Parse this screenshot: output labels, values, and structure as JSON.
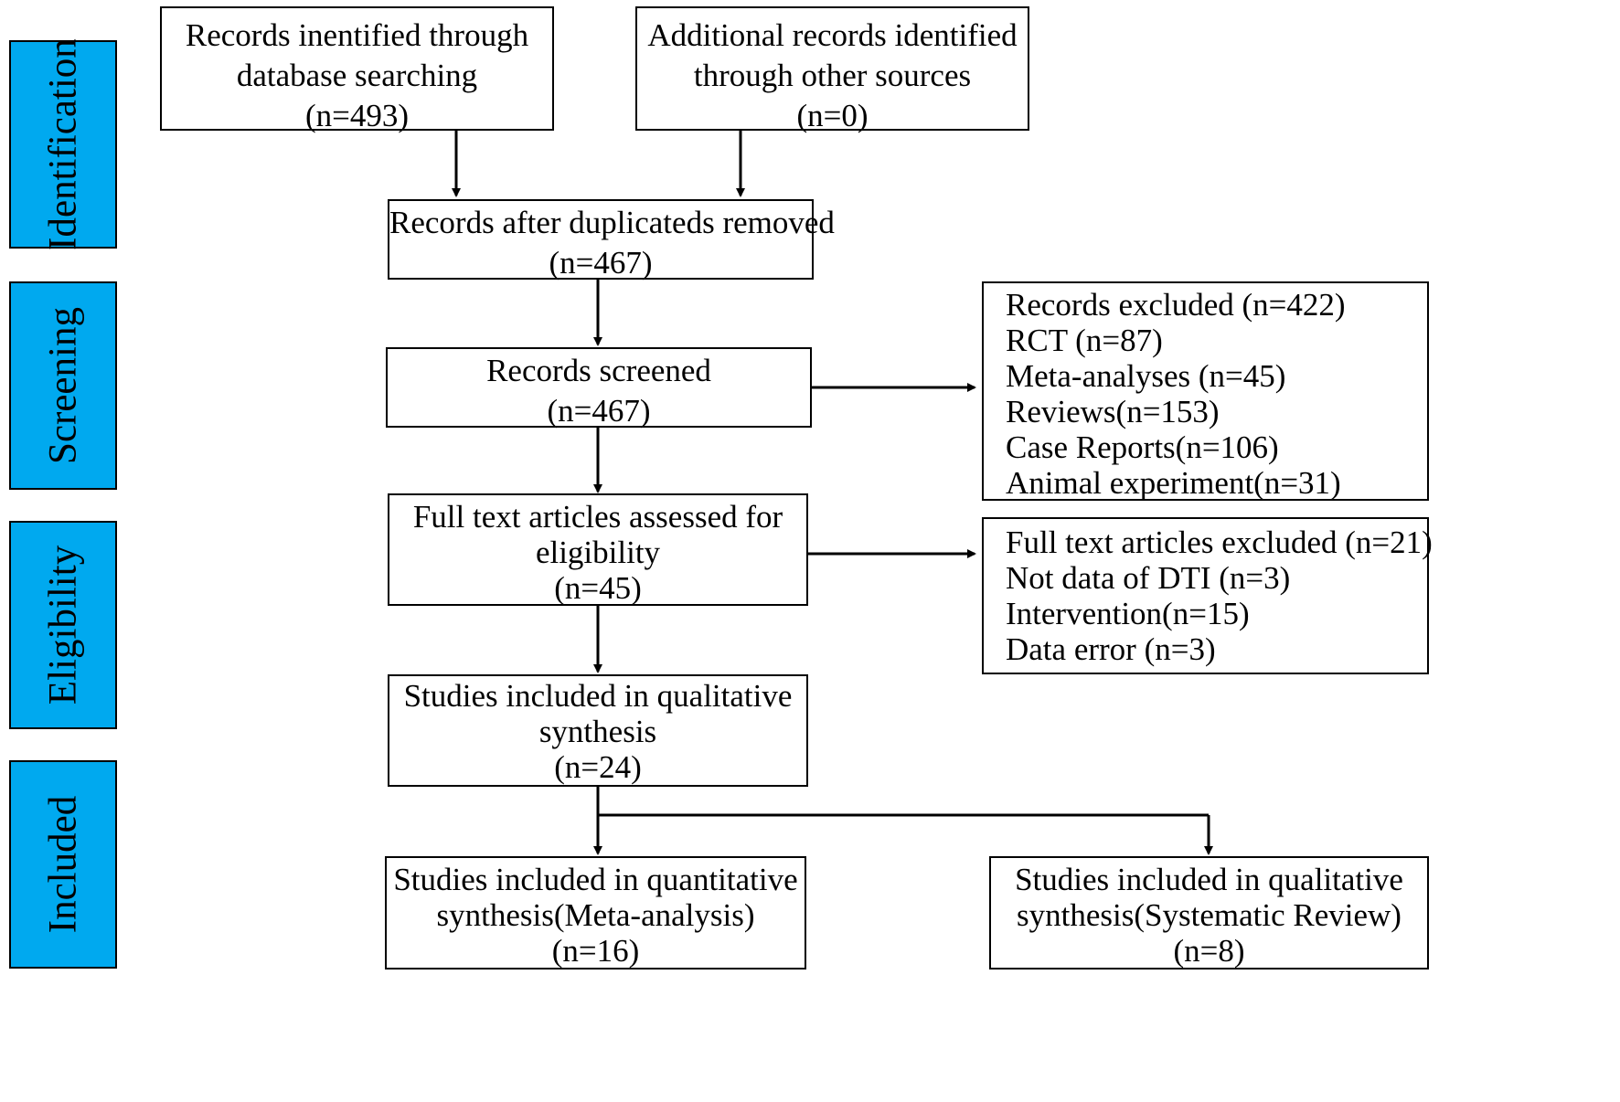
{
  "stages": [
    {
      "label": "Identification"
    },
    {
      "label": "Screening"
    },
    {
      "label": "Eligibility"
    },
    {
      "label": "Included"
    }
  ],
  "boxes": {
    "database_search": {
      "lines": [
        "Records inentified through",
        "database searching",
        "(n=493)"
      ]
    },
    "other_sources": {
      "lines": [
        "Additional records identified",
        "through other sources",
        "(n=0)"
      ]
    },
    "duplicates_removed": {
      "lines": [
        "Records after duplicateds removed",
        "(n=467)"
      ]
    },
    "screened": {
      "lines": [
        "Records screened",
        "(n=467)"
      ]
    },
    "excluded": {
      "lines": [
        "Records excluded (n=422)",
        "RCT (n=87)",
        "Meta-analyses (n=45)",
        "Reviews(n=153)",
        "Case Reports(n=106)",
        "Animal experiment(n=31)"
      ]
    },
    "full_text_assessed": {
      "lines": [
        "Full text articles assessed for",
        "eligibility",
        "(n=45)"
      ]
    },
    "full_text_excluded": {
      "lines": [
        "Full text articles excluded (n=21)",
        "Not data of DTI (n=3)",
        "Intervention(n=15)",
        "Data error (n=3)"
      ]
    },
    "qualitative_included": {
      "lines": [
        "Studies included in qualitative",
        "synthesis",
        "(n=24)"
      ]
    },
    "quantitative_meta": {
      "lines": [
        "Studies included in quantitative",
        "synthesis(Meta-analysis)",
        "(n=16)"
      ]
    },
    "qualitative_review": {
      "lines": [
        "Studies included in qualitative",
        "synthesis(Systematic Review)",
        "(n=8)"
      ]
    }
  }
}
